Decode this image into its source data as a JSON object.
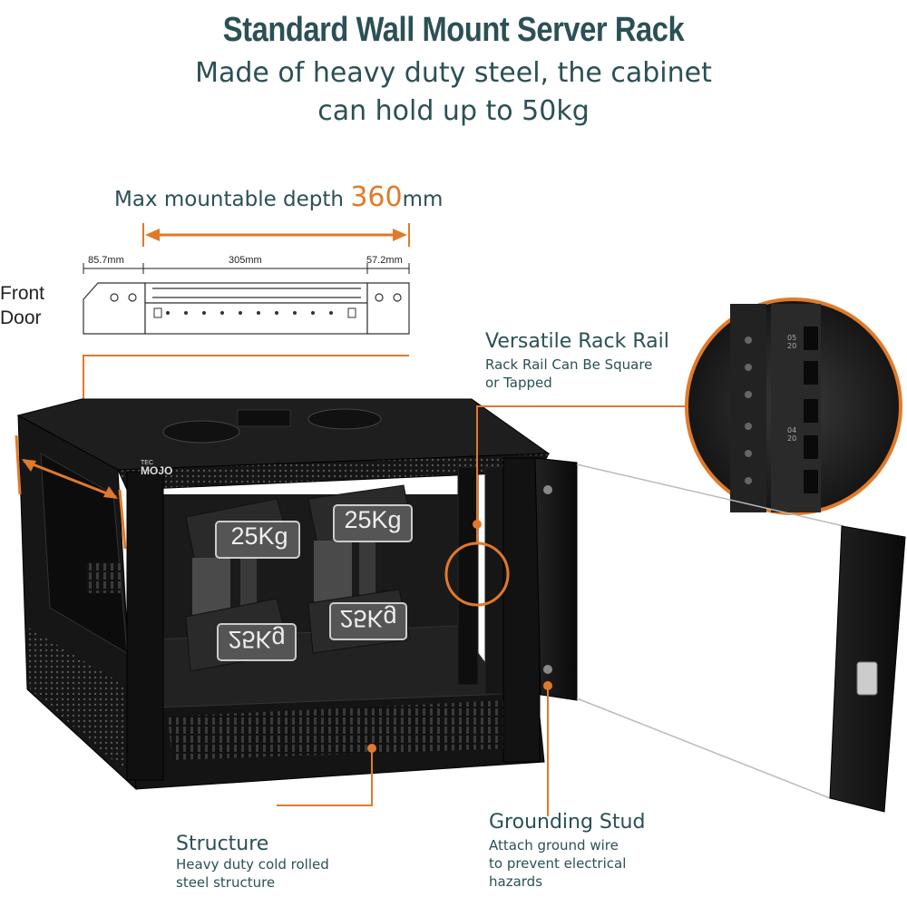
{
  "header": {
    "title": "Standard Wall Mount Server Rack",
    "subtitle_line1": "Made of heavy duty steel, the cabinet",
    "subtitle_line2": "can hold up to 50kg"
  },
  "depth": {
    "prefix": "Max mountable depth ",
    "value": "360",
    "unit": "mm"
  },
  "dimensions": {
    "left": "85.7mm",
    "middle": "305mm",
    "right": "57.2mm"
  },
  "front_door": {
    "line1": "Front",
    "line2": "Door"
  },
  "callouts": {
    "rack_rail": {
      "title": "Versatile Rack Rail",
      "desc1": "Rack Rail Can Be Square",
      "desc2": "or Tapped"
    },
    "structure": {
      "title": "Structure",
      "desc1": "Heavy duty cold rolled",
      "desc2": "steel structure"
    },
    "grounding": {
      "title": "Grounding Stud",
      "desc1": "Attach ground wire",
      "desc2": "to prevent electrical",
      "desc3": "hazards"
    }
  },
  "weights": {
    "label": "25Kg"
  },
  "brand": {
    "small": "TEC",
    "big": "MOJO"
  },
  "rail_markings": {
    "top": "05 20",
    "bottom": "04 20"
  },
  "colors": {
    "accent": "#e07a2a",
    "heading": "#2b5055",
    "cabinet": "#141414"
  }
}
